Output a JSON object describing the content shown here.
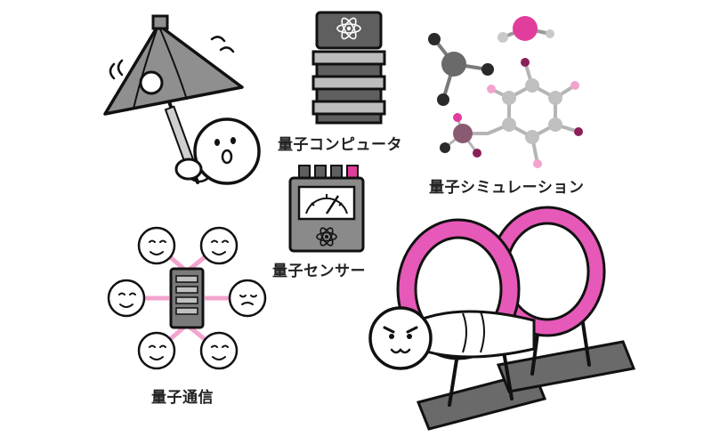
{
  "labels": {
    "quantum_computer": "量子コンピュータ",
    "quantum_simulation": "量子シミュレーション",
    "quantum_sensor": "量子センサー",
    "quantum_communication": "量子通信"
  },
  "colors": {
    "accent_pink": "#e13d9c",
    "soft_pink": "#f2a4cf",
    "ring_pink": "#e659b8",
    "dark_purple": "#8a1f5a",
    "gray_dark": "#6a6a6a",
    "gray_mid": "#9a9a9a",
    "gray_light": "#c9c9c9",
    "outline": "#111111"
  },
  "icons": {
    "computer": "atom-icon",
    "sensor": "atom-icon",
    "hub": "server-icon"
  }
}
